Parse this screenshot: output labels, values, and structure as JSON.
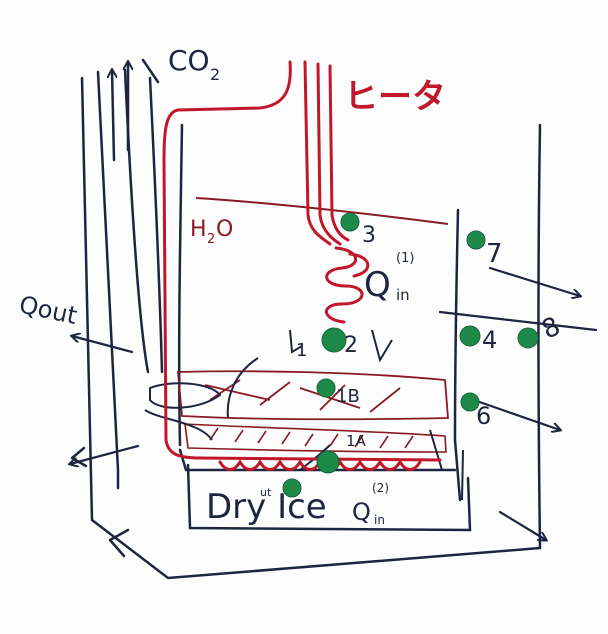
{
  "labels": {
    "co2": "CO",
    "co2_sub": "2",
    "heater": "ヒータ",
    "water": "H",
    "water_sub": "2",
    "water_o": "O",
    "qout": "Qout",
    "qin1": "Q",
    "qin1_sup": "(1)",
    "qin1_sub": "in",
    "qin2": "Q",
    "qin2_sup": "(2)",
    "qin2_sub": "in",
    "dry_ice": "Dry Ice",
    "dry_ice_sup": "ut",
    "layer_1b": "1B",
    "layer_1a": "1A",
    "sensor_1": "1",
    "sensor_2": "2",
    "sensor_3": "3",
    "sensor_4": "4",
    "sensor_6": "6",
    "sensor_7": "7",
    "sensor_8": "8"
  },
  "colors": {
    "ink_black": "#1d2540",
    "ink_red": "#c0182a",
    "ink_dark_red": "#8a1a22",
    "marker_green": "#1e8a4a"
  },
  "icons": {
    "sensor_marker": "green-dot-icon",
    "flow_arrow": "arrow-icon"
  }
}
